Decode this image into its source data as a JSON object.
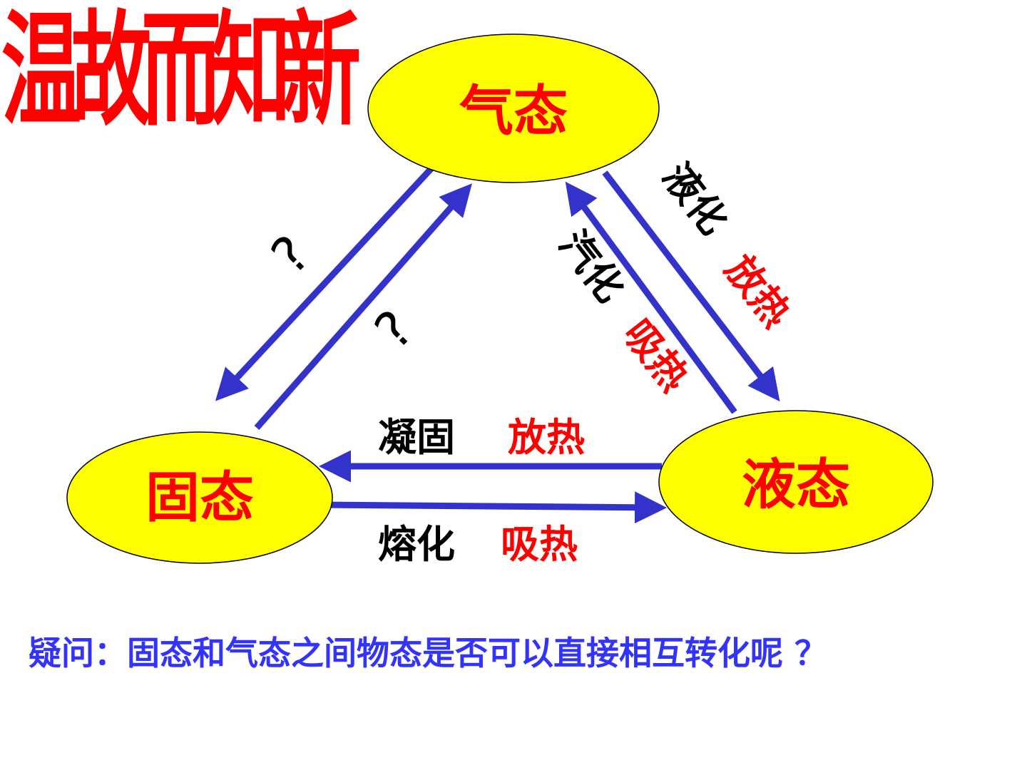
{
  "title": "温故而知新",
  "nodes": {
    "gas": "气态",
    "solid": "固态",
    "liquid": "液态"
  },
  "transitions": {
    "liquefaction": {
      "name": "液化",
      "heat": "放热"
    },
    "vaporization": {
      "name": "汽化",
      "heat": "吸热"
    },
    "solidification": {
      "name": "凝固",
      "heat": "放热"
    },
    "melting": {
      "name": "熔化",
      "heat": "吸热"
    },
    "gas_to_solid": "?",
    "solid_to_gas": "?"
  },
  "question": "疑问：固态和气态之间物态是否可以直接相互转化呢 ？",
  "colors": {
    "title": "#ff0000",
    "node_fill": "#ffff00",
    "node_text": "#ff0000",
    "arrow": "#3333cc",
    "heat_text": "#ff0000",
    "question_text": "#3333ff"
  }
}
